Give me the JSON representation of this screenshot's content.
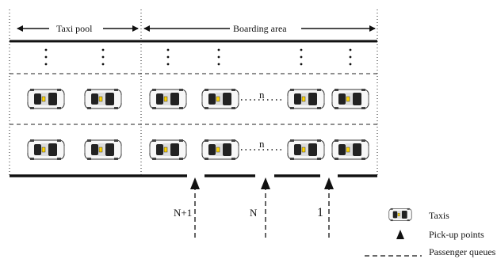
{
  "areas": {
    "taxi_pool": "Taxi pool",
    "boarding_area": "Boarding area"
  },
  "row_labels": {
    "n_top": "n",
    "n_bottom": "n"
  },
  "queue_labels": {
    "q1": "N+1",
    "q2": "N",
    "q3": "1"
  },
  "legend": {
    "taxis": "Taxis",
    "pickup": "Pick-up points",
    "queues": "Passenger queues"
  },
  "icons": {
    "taxi": "taxi-top-view-icon",
    "pickup": "arrow-up-icon"
  }
}
